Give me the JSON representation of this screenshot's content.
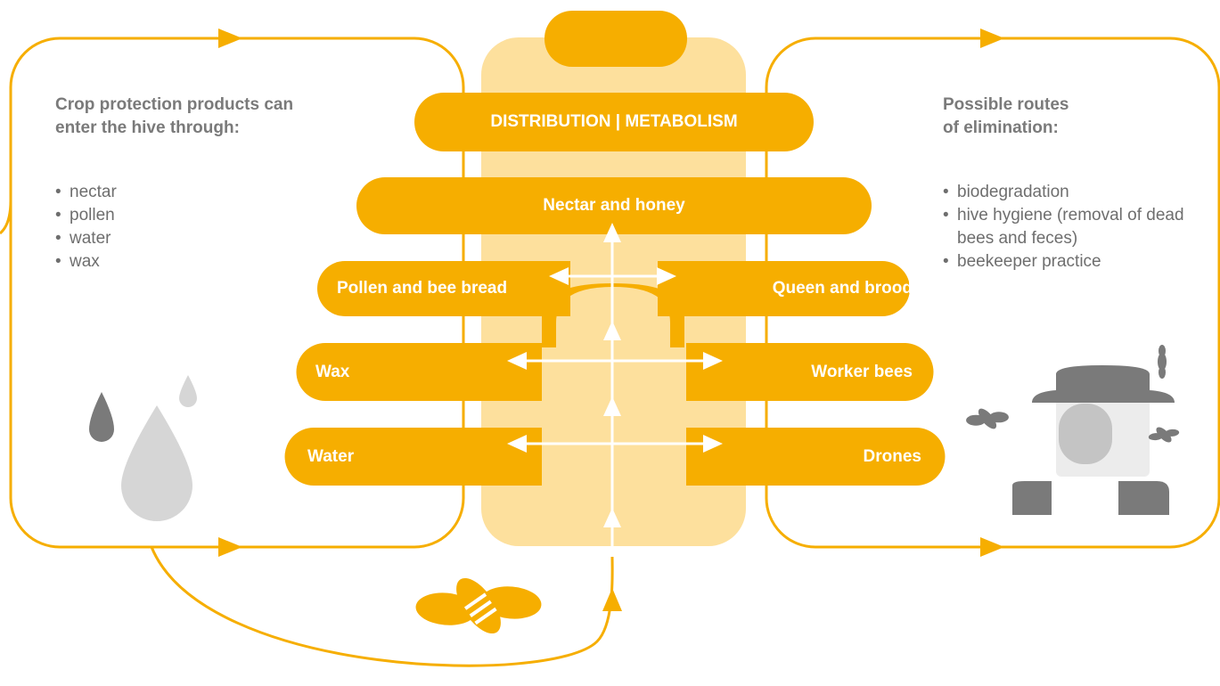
{
  "left_panel": {
    "heading": [
      "Crop protection products can",
      "enter the hive through:"
    ],
    "items": [
      "nectar",
      "pollen",
      "water",
      "wax"
    ]
  },
  "right_panel": {
    "heading": [
      "Possible routes",
      "of elimination:"
    ],
    "items": [
      "biodegradation",
      "hive hygiene (removal of dead bees and feces)",
      "beekeeper practice"
    ]
  },
  "hive": {
    "top_label": "DISTRIBUTION | METABOLISM",
    "center_label": "Nectar and honey",
    "left_boxes": [
      "Pollen and bee bread",
      "Wax",
      "Water"
    ],
    "right_boxes": [
      "Queen and brood",
      "Worker bees",
      "Drones"
    ]
  },
  "icons": [
    "water-drops-icon",
    "bee-icon",
    "beekeeper-icon"
  ],
  "colors": {
    "accent": "#f6ae00",
    "hive_bg": "#fde09d",
    "outline": "#f6ae00",
    "text": "#6e6e6e",
    "icon_gray": "#7a7a7a",
    "icon_light": "#d6d6d6"
  }
}
